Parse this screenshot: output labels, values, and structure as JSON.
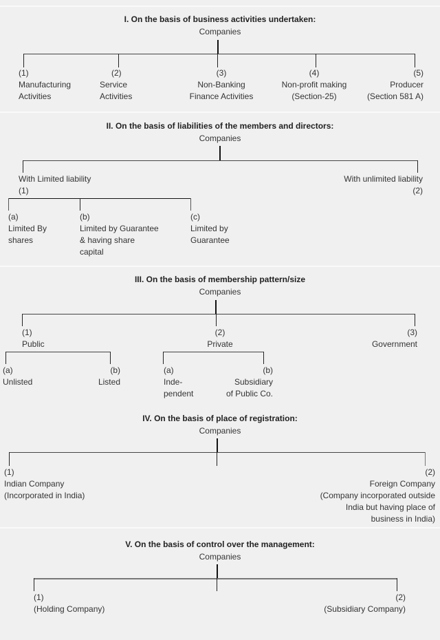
{
  "sections": [
    {
      "title": "I. On the basis of business activities undertaken:",
      "root": "Companies",
      "children": [
        {
          "num": "(1)",
          "lines": [
            "Manufacturing",
            "Activities"
          ]
        },
        {
          "num": "(2)",
          "lines": [
            "Service",
            "Activities"
          ]
        },
        {
          "num": "(3)",
          "lines": [
            "Non-Banking",
            "Finance Activities"
          ]
        },
        {
          "num": "(4)",
          "lines": [
            "Non-profit making",
            "(Section-25)"
          ]
        },
        {
          "num": "(5)",
          "lines": [
            "Producer",
            "(Section 581 A)"
          ]
        }
      ]
    },
    {
      "title": "II. On the basis of liabilities of the members and directors:",
      "root": "Companies",
      "children": [
        {
          "label": "With Limited liability",
          "num": "(1)",
          "children": [
            {
              "num": "(a)",
              "lines": [
                "Limited By",
                "shares"
              ]
            },
            {
              "num": "(b)",
              "lines": [
                "Limited by Guarantee",
                "& having share",
                "capital"
              ]
            },
            {
              "num": "(c)",
              "lines": [
                "Limited by",
                "Guarantee"
              ]
            }
          ]
        },
        {
          "label": "With unlimited liability",
          "num": "(2)"
        }
      ]
    },
    {
      "title": "III. On the basis of membership pattern/size",
      "root": "Companies",
      "children": [
        {
          "num": "(1)",
          "label": "Public",
          "children": [
            {
              "num": "(a)",
              "lines": [
                "Unlisted"
              ]
            },
            {
              "num": "(b)",
              "lines": [
                "Listed"
              ]
            }
          ]
        },
        {
          "num": "(2)",
          "label": "Private",
          "children": [
            {
              "num": "(a)",
              "lines": [
                "Inde-",
                "pendent"
              ]
            },
            {
              "num": "(b)",
              "lines": [
                "Subsidiary",
                "of Public Co."
              ]
            }
          ]
        },
        {
          "num": "(3)",
          "label": "Government"
        }
      ]
    },
    {
      "title": "IV. On the basis of place of registration:",
      "root": "Companies",
      "children": [
        {
          "num": "(1)",
          "lines": [
            "Indian Company",
            "(Incorporated in India)"
          ]
        },
        {
          "num": "(2)",
          "lines": [
            "Foreign Company",
            "(Company incorporated outside",
            "India but having place of",
            "business in India)"
          ]
        }
      ]
    },
    {
      "title": "V. On the basis of control over the management:",
      "root": "Companies",
      "children": [
        {
          "num": "(1)",
          "lines": [
            "(Holding Company)"
          ]
        },
        {
          "num": "(2)",
          "lines": [
            "(Subsidiary Company)"
          ]
        }
      ]
    }
  ]
}
